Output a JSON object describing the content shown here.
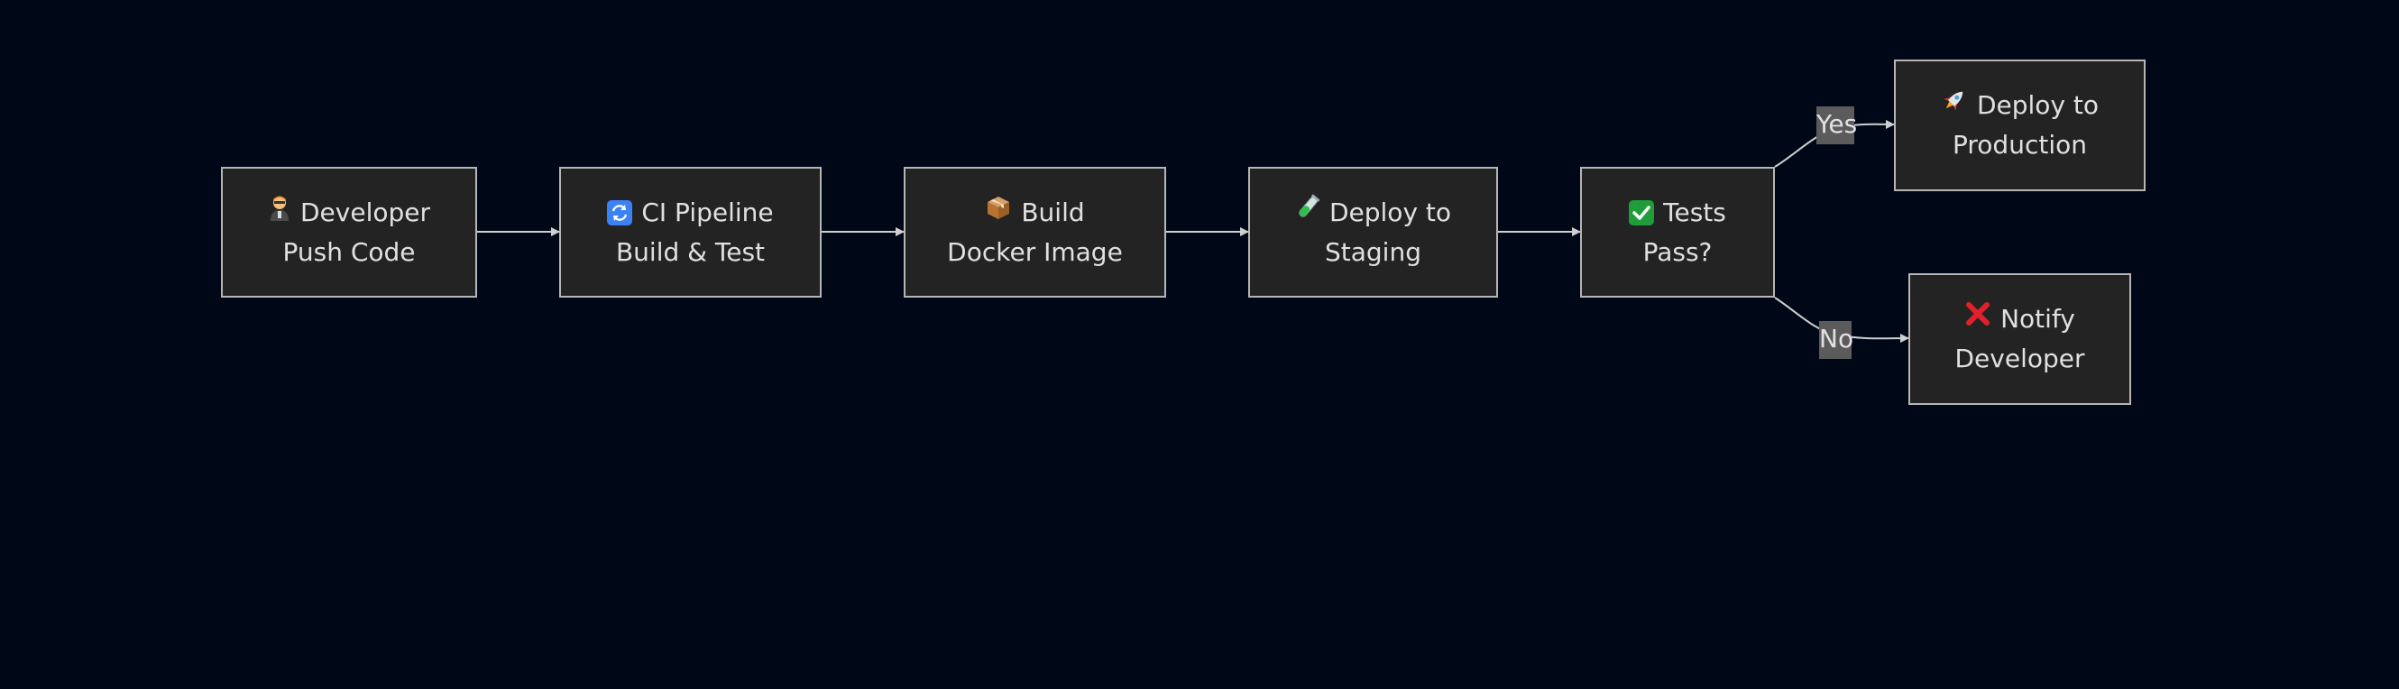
{
  "diagram": {
    "nodes": [
      {
        "id": "developer",
        "icon": "developer-emoji-icon",
        "line1": "Developer",
        "line2": "Push Code"
      },
      {
        "id": "ci",
        "icon": "refresh-arrows-icon",
        "line1": "CI Pipeline",
        "line2": "Build & Test"
      },
      {
        "id": "build",
        "icon": "package-box-icon",
        "line1": "Build",
        "line2": "Docker Image"
      },
      {
        "id": "staging",
        "icon": "test-tube-icon",
        "line1": "Deploy to",
        "line2": "Staging"
      },
      {
        "id": "tests",
        "icon": "check-mark-button-icon",
        "line1": "Tests",
        "line2": "Pass?"
      },
      {
        "id": "production",
        "icon": "rocket-icon",
        "line1": "Deploy to",
        "line2": "Production"
      },
      {
        "id": "notify",
        "icon": "cross-mark-icon",
        "line1": "Notify",
        "line2": "Developer"
      }
    ],
    "edges": [
      {
        "from": "developer",
        "to": "ci"
      },
      {
        "from": "ci",
        "to": "build"
      },
      {
        "from": "build",
        "to": "staging"
      },
      {
        "from": "staging",
        "to": "tests"
      },
      {
        "from": "tests",
        "to": "production",
        "label": "Yes"
      },
      {
        "from": "tests",
        "to": "notify",
        "label": "No"
      }
    ]
  },
  "colors": {
    "background": "#000817",
    "node_fill": "#232323",
    "node_border": "#b6b6b6",
    "text": "#e0e0e0",
    "edge": "#cfcfcf",
    "edge_label_bg": "#5b5b5b",
    "check_green": "#1f9d3a",
    "cross_red": "#e0212b",
    "refresh_blue": "#3b82f6"
  }
}
